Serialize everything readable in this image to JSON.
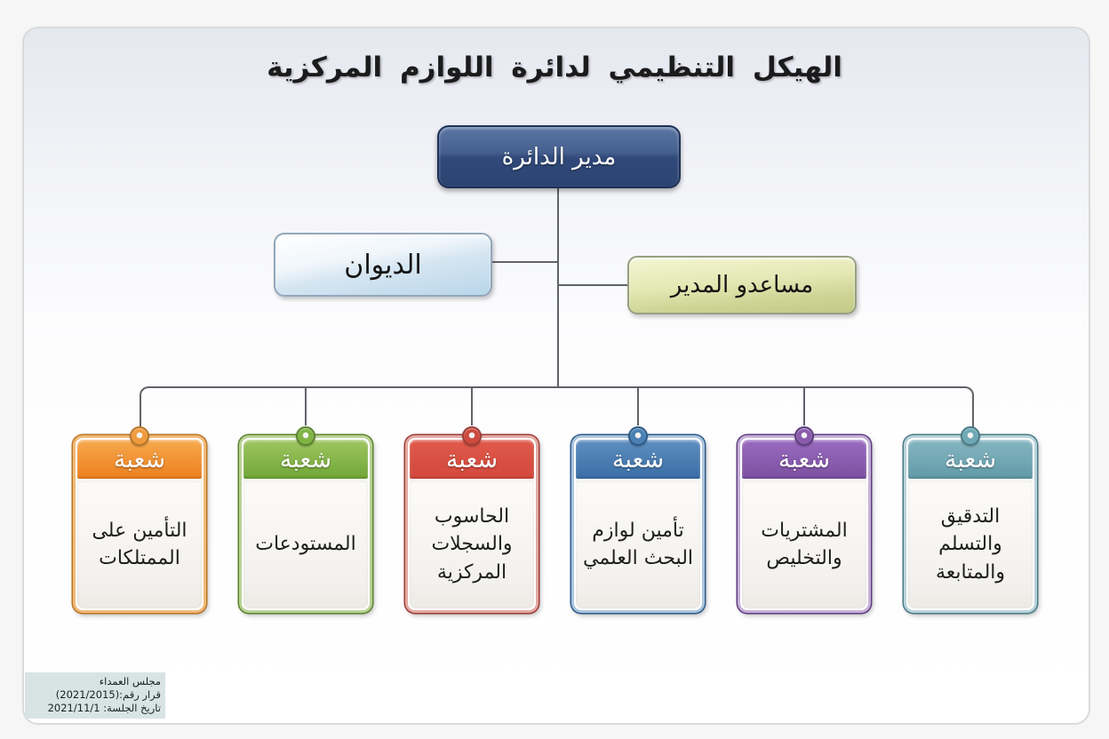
{
  "title": "الهيكل التنظيمي لدائرة اللوازم المركزية",
  "org": {
    "director": {
      "label": "مدير الدائرة",
      "color": "#2e4a77"
    },
    "diwan": {
      "label": "الديوان",
      "color": "#bcd7ea"
    },
    "assistants": {
      "label": "مساعدو المدير",
      "color": "#ccd392"
    },
    "division_header": "شعبة",
    "divisions": [
      {
        "name": "التأمين على\nالممتلكات",
        "colors": {
          "header_top": "#f6a94e",
          "header_bottom": "#ec7f1e",
          "frame": "#f0ba79",
          "outline": "#b97526",
          "ring": "#ef9b3d"
        }
      },
      {
        "name": "المستودعات",
        "colors": {
          "header_top": "#9fc661",
          "header_bottom": "#70a637",
          "frame": "#bad295",
          "outline": "#5a832b",
          "ring": "#7fb344"
        }
      },
      {
        "name": "الحاسوب\nوالسجلات\nالمركزية",
        "colors": {
          "header_top": "#e05a4a",
          "header_bottom": "#d3483d",
          "frame": "#e2aaa3",
          "outline": "#9c3c35",
          "ring": "#ce4a3e"
        }
      },
      {
        "name": "تأمين لوازم\nالبحث العلمي",
        "colors": {
          "header_top": "#5e8fc0",
          "header_bottom": "#3b6ea7",
          "frame": "#abc5dd",
          "outline": "#2e5a88",
          "ring": "#4a80b4"
        }
      },
      {
        "name": "المشتريات\nوالتخليص",
        "colors": {
          "header_top": "#996bc0",
          "header_bottom": "#7c50a0",
          "frame": "#c6b0d8",
          "outline": "#5e3e80",
          "ring": "#8a5cac"
        }
      },
      {
        "name": "التدقيق\nوالتسلم\nوالمتابعة",
        "colors": {
          "header_top": "#85b6c1",
          "header_bottom": "#629aa8",
          "frame": "#b8d3d9",
          "outline": "#4a7a87",
          "ring": "#6ea8b4"
        }
      }
    ]
  },
  "footnote": {
    "text": "مجلس العمداء\nقرار رقم:(2021/2015)\nتاريخ الجلسة: 2021/11/1",
    "background": "#d8e4e3"
  },
  "decor": {
    "sparkle_icon": "four-point-star",
    "connector_color": "#5f6368"
  }
}
